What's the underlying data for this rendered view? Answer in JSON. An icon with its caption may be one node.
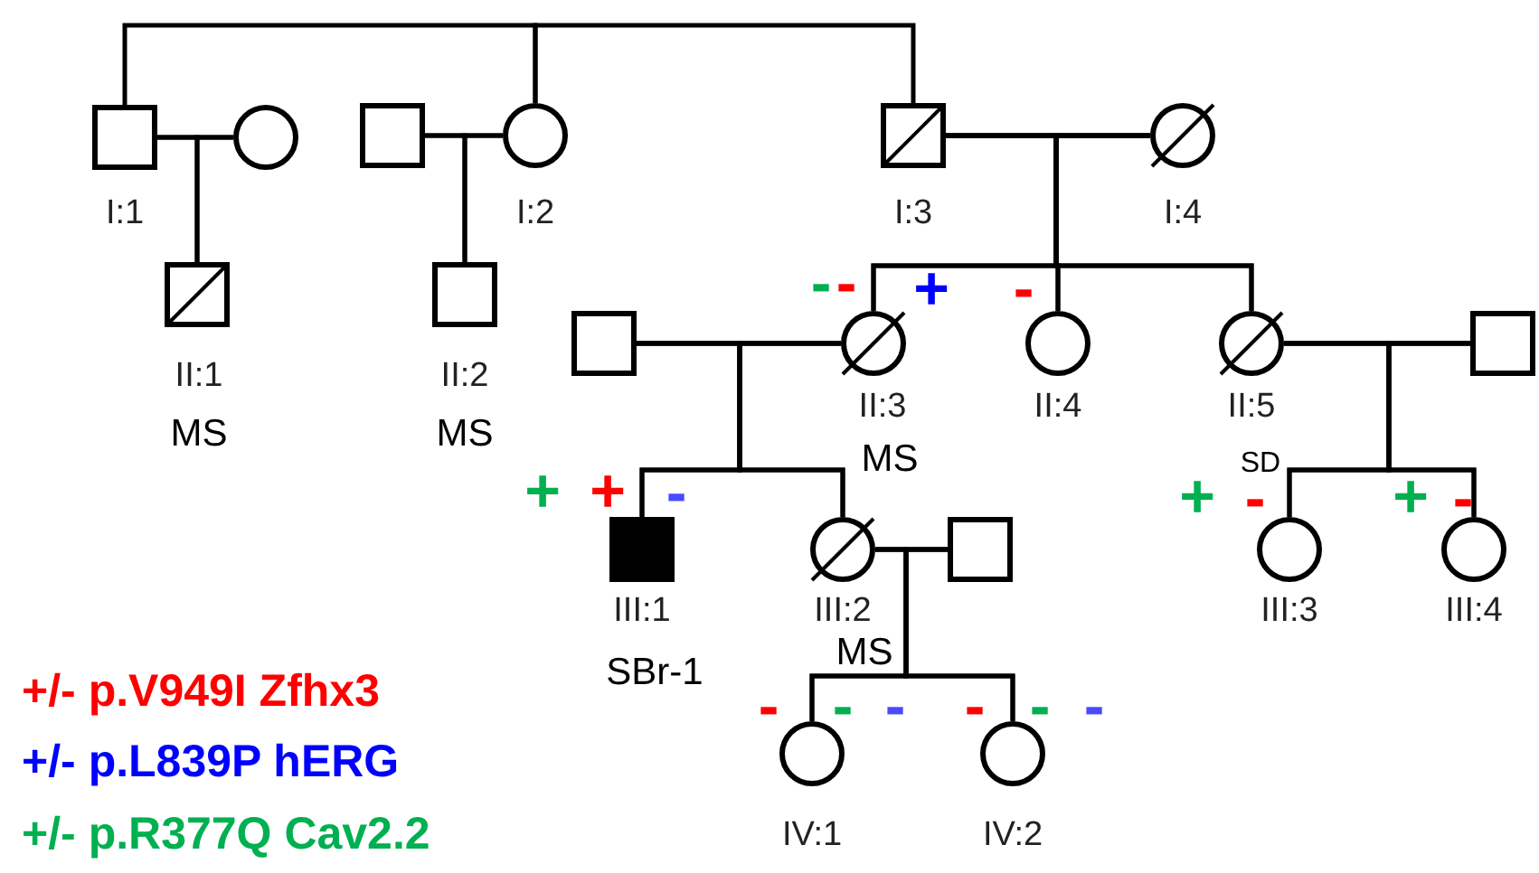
{
  "diagram": {
    "nodes": [
      {
        "text": [],
        "shape": "box",
        "beside": [
          "I:1"
        ]
      },
      {
        "text": [],
        "shape": "circle"
      },
      {
        "text": [],
        "shape": "box"
      },
      {
        "text": [],
        "shape": "circle",
        "beside": [
          "I:2"
        ]
      },
      {
        "text": [],
        "shape": "box",
        "beside": [
          "I:3"
        ]
      },
      {
        "text": [],
        "shape": "circle",
        "beside": [
          "I:4"
        ]
      },
      {
        "text": [],
        "shape": "box",
        "beside": [
          "II:1",
          "MS"
        ]
      },
      {
        "text": [],
        "shape": "box",
        "beside": [
          "II:2",
          "MS"
        ]
      },
      {
        "text": [],
        "shape": "box"
      },
      {
        "text": [],
        "shape": "circle",
        "beside": [
          "-",
          "-",
          "+",
          "II:3",
          "MS"
        ]
      },
      {
        "text": [],
        "shape": "circle",
        "beside": [
          "-",
          "II:4"
        ]
      },
      {
        "text": [],
        "shape": "circle",
        "beside": [
          "II:5",
          "SD"
        ]
      },
      {
        "text": [],
        "shape": "box"
      },
      {
        "text": [],
        "shape": "box",
        "beside": [
          "+",
          "+",
          "-",
          "III:1",
          "SBr-1"
        ]
      },
      {
        "text": [],
        "shape": "circle",
        "beside": [
          "III:2",
          "MS"
        ]
      },
      {
        "text": [],
        "shape": "box"
      },
      {
        "text": [],
        "shape": "circle",
        "beside": [
          "+",
          "-",
          "III:3"
        ]
      },
      {
        "text": [],
        "shape": "circle",
        "beside": [
          "+",
          "-",
          "III:4"
        ]
      },
      {
        "text": [],
        "shape": "circle",
        "beside": [
          "-",
          "-",
          "-",
          "IV:1"
        ]
      },
      {
        "text": [],
        "shape": "circle",
        "beside": [
          "-",
          "-",
          "-",
          "IV:2"
        ]
      }
    ],
    "edges": [
      {
        "from": 0,
        "to": 3,
        "arrow": "none"
      },
      {
        "from": 3,
        "to": 4,
        "arrow": "none"
      },
      {
        "from": 0,
        "to": 1,
        "arrow": "none"
      },
      {
        "from": 2,
        "to": 3,
        "arrow": "none"
      },
      {
        "from": 4,
        "to": 5,
        "arrow": "none"
      },
      {
        "from": 0,
        "to": 6,
        "arrow": "none"
      },
      {
        "from": 1,
        "to": 6,
        "arrow": "none"
      },
      {
        "from": 2,
        "to": 7,
        "arrow": "none"
      },
      {
        "from": 3,
        "to": 7,
        "arrow": "none"
      },
      {
        "from": 8,
        "to": 9,
        "arrow": "none"
      },
      {
        "from": 11,
        "to": 12,
        "arrow": "none"
      },
      {
        "from": 4,
        "to": 9,
        "arrow": "none"
      },
      {
        "from": 5,
        "to": 9,
        "arrow": "none"
      },
      {
        "from": 4,
        "to": 10,
        "arrow": "none"
      },
      {
        "from": 5,
        "to": 10,
        "arrow": "none"
      },
      {
        "from": 4,
        "to": 11,
        "arrow": "none"
      },
      {
        "from": 5,
        "to": 11,
        "arrow": "none"
      },
      {
        "from": 8,
        "to": 13,
        "arrow": "none"
      },
      {
        "from": 9,
        "to": 13,
        "arrow": "none"
      },
      {
        "from": 8,
        "to": 14,
        "arrow": "none"
      },
      {
        "from": 9,
        "to": 14,
        "arrow": "none"
      },
      {
        "from": 14,
        "to": 15,
        "arrow": "none"
      },
      {
        "from": 11,
        "to": 16,
        "arrow": "none"
      },
      {
        "from": 12,
        "to": 16,
        "arrow": "none"
      },
      {
        "from": 11,
        "to": 17,
        "arrow": "none"
      },
      {
        "from": 12,
        "to": 17,
        "arrow": "none"
      },
      {
        "from": 14,
        "to": 18,
        "arrow": "none"
      },
      {
        "from": 15,
        "to": 18,
        "arrow": "none"
      },
      {
        "from": 14,
        "to": 19,
        "arrow": "none"
      },
      {
        "from": 15,
        "to": 19,
        "arrow": "none"
      }
    ],
    "legend": [
      {
        "text": "+/- p.V949I Zfhx3",
        "color": "#ff0000"
      },
      {
        "text": "+/- p.L839P hERG",
        "color": "#0000ff"
      },
      {
        "text": "+/- p.R377Q Cav2.2",
        "color": "#00b050"
      }
    ]
  }
}
